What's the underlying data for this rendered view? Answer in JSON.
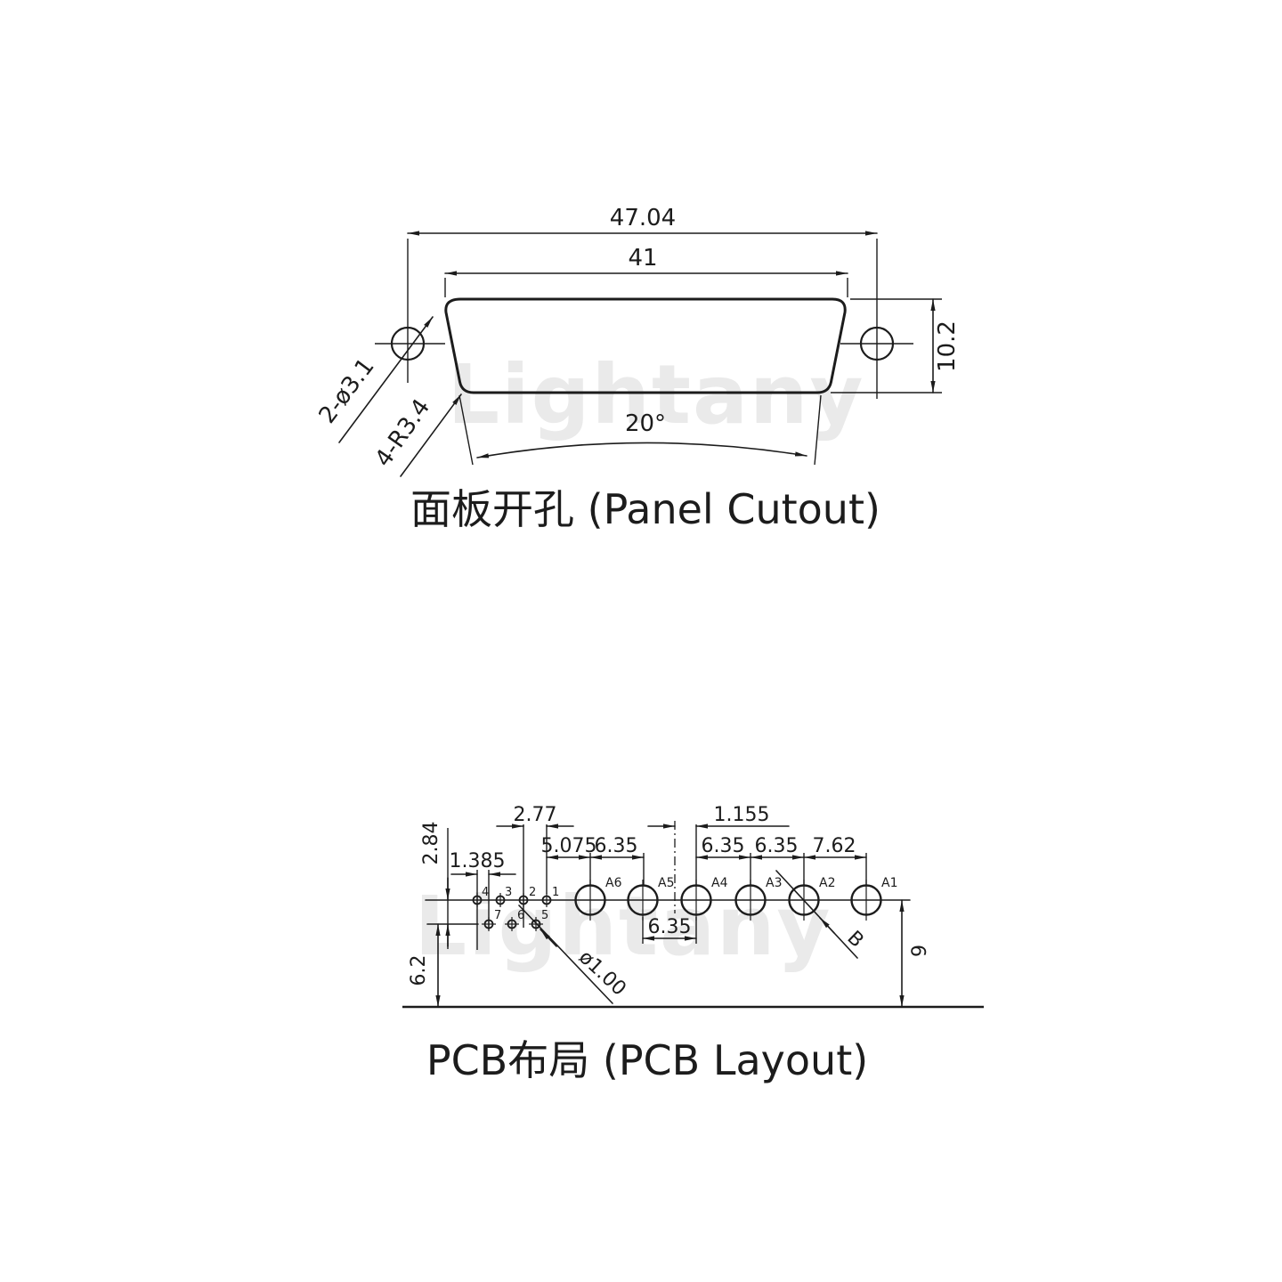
{
  "colors": {
    "ink": "#1c1c1c",
    "watermark": "#eaeaea",
    "background": "#ffffff"
  },
  "watermark_text": "Lightany",
  "panel": {
    "title": "面板开孔 (Panel Cutout)",
    "dim_overall_width": "47.04",
    "dim_cutout_width": "41",
    "dim_height": "10.2",
    "dim_angle": "20°",
    "label_screw_holes": "2-ø3.1",
    "label_corner_radius": "4-R3.4"
  },
  "pcb": {
    "title": "PCB布局 (PCB Layout)",
    "dim_pin_pitch": "2.77",
    "dim_center_to_a4": "1.155",
    "dim_row_spacing": "2.84",
    "dim_row_offset": "1.385",
    "dim_pin1_to_a6": "5.075",
    "dim_a6_a5": "6.35",
    "dim_a4_a3": "6.35",
    "dim_a3_a2": "6.35",
    "dim_a2_a1": "7.62",
    "dim_a5_a4": "6.35",
    "dim_row2_to_edge": "6.2",
    "dim_a1_to_edge": "9",
    "label_pin_diameter": "ø1.00",
    "label_coax_diameter": "B",
    "pin_labels": [
      "1",
      "2",
      "3",
      "4",
      "5",
      "6",
      "7"
    ],
    "coax_labels": [
      "A1",
      "A2",
      "A3",
      "A4",
      "A5",
      "A6"
    ]
  }
}
